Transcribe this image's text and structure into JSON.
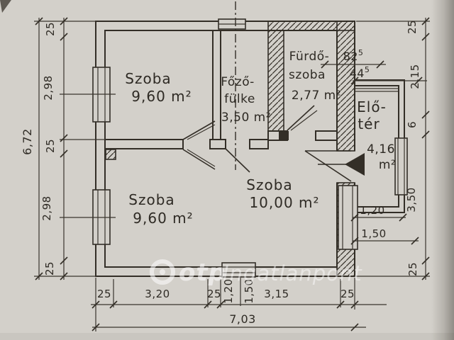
{
  "document": {
    "type": "scanned-floor-plan",
    "language": "hu"
  },
  "watermark": {
    "brand": "otp",
    "suffix": "Ingatlanpont"
  },
  "rooms": {
    "szoba_top_left": {
      "name": "Szoba",
      "area": "9,60 m²"
    },
    "fozofulke": {
      "name_line1": "Főző-",
      "name_line2": "fülke",
      "area": "3,50 m²"
    },
    "furdoszoba": {
      "name_line1": "Fürdő-",
      "name_line2": "szoba",
      "area": "2,77 m²"
    },
    "eloter": {
      "name_line1": "Elő-",
      "name_line2": "tér",
      "area": "4,16",
      "area_unit": "m²"
    },
    "szoba_bottom_left": {
      "name": "Szoba",
      "area": "9,60 m²"
    },
    "szoba_center": {
      "name": "Szoba",
      "area": "10,00 m²"
    }
  },
  "dims": {
    "left_total": "6,72",
    "left_segments": [
      "25",
      "2,98",
      "25",
      "2,98",
      "25"
    ],
    "right_segments": [
      "25",
      "2,15",
      "6",
      "3,50",
      "25"
    ],
    "bottom_segments": [
      "25",
      "3,20",
      "25",
      "3,15",
      "25"
    ],
    "bottom_window": [
      "1,20",
      "1,50"
    ],
    "bottom_total": "7,03",
    "eloter_width_outer": {
      "value": "82",
      "sup": "5"
    },
    "eloter_width_inner": {
      "value": "44",
      "sup": "5"
    },
    "eloter_below": [
      "1,20",
      "1,50"
    ]
  },
  "colors": {
    "paper": "#d3d0ca",
    "ink": "#332e27",
    "watermark": "#ffffff",
    "edge_shadow": "#8f8b85"
  }
}
